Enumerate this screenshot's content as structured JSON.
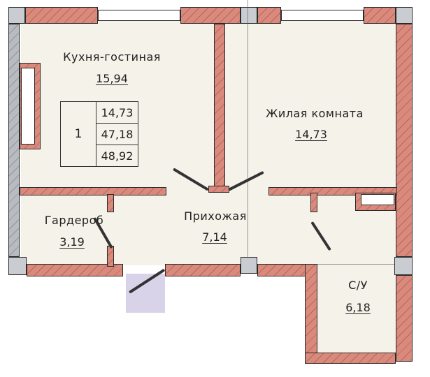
{
  "floor_plan": {
    "rooms": [
      {
        "id": "kitchen-living",
        "name": "Кухня-гостиная",
        "area": "15,94"
      },
      {
        "id": "living-room",
        "name": "Жилая комната",
        "area": "14,73"
      },
      {
        "id": "wardrobe",
        "name": "Гардероб",
        "area": "3,19"
      },
      {
        "id": "hallway",
        "name": "Прихожая",
        "area": "7,14"
      },
      {
        "id": "bathroom",
        "name": "С/У",
        "area": "6,18"
      }
    ],
    "summary_table": {
      "rooms_count": "1",
      "living_area": "14,73",
      "total_area": "47,18",
      "total_area_with_balcony": "48,92"
    },
    "colors": {
      "wall": "#d98a7c",
      "floor": "#f5f2ea",
      "column": "#c9ccd0",
      "entrance": "#d9d3ea"
    }
  }
}
